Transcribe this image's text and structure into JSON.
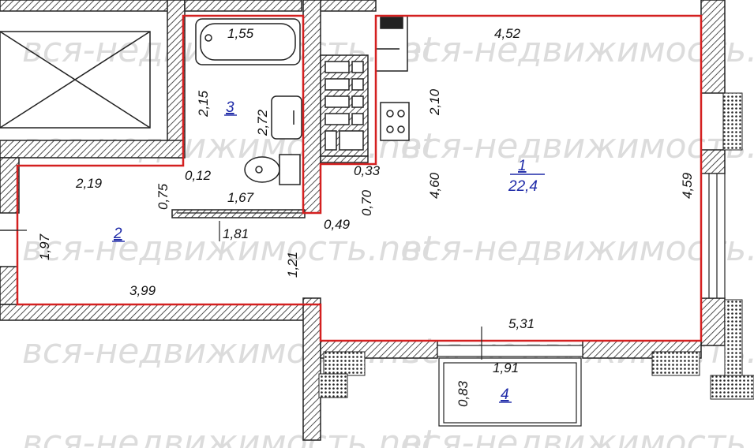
{
  "watermark": "вся-недвижимость.net",
  "dimensions": {
    "bath_tub": "1,55",
    "bath_height": "2,15",
    "bath_sink_width": "2,72",
    "bath_wall": "0,12",
    "bath_bottom": "1,67",
    "bath_bottom_outer": "1,81",
    "hall_top": "2,19",
    "hall_notch": "0,75",
    "hall_left": "1,97",
    "hall_bottom": "3,99",
    "hall_step": "1,21",
    "niche_width": "0,33",
    "niche_depth": "0,70",
    "niche_bottom": "0,49",
    "kitchen_depth": "2,10",
    "living_top": "4,52",
    "living_left": "4,60",
    "living_right": "4,59",
    "living_bottom": "5,31",
    "balcony_width": "1,91",
    "balcony_depth": "0,83"
  },
  "rooms": {
    "room1": {
      "number": "1",
      "area": "22,4"
    },
    "room2": {
      "number": "2"
    },
    "room3": {
      "number": "3"
    },
    "room4": {
      "number": "4"
    }
  },
  "colors": {
    "outline": "#d42020",
    "room_label": "#1e2aa8",
    "watermark": "#dcdcdc",
    "wall": "#222222"
  }
}
